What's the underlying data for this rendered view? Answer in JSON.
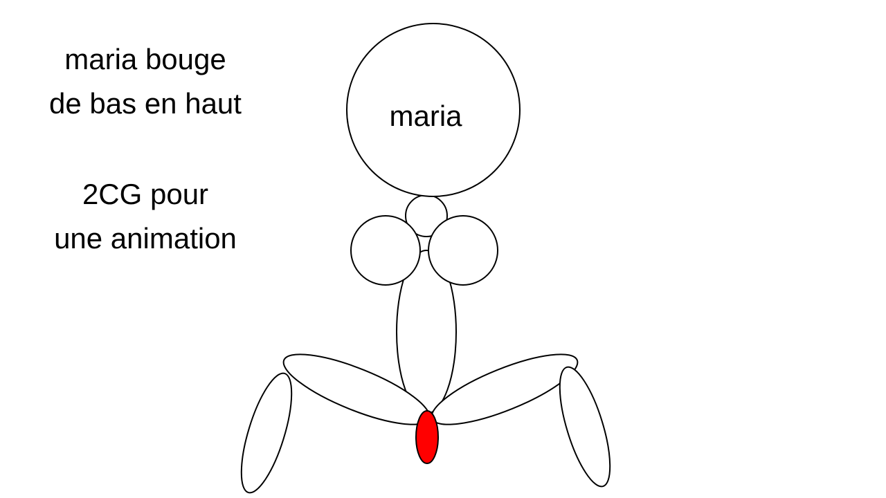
{
  "notes": [
    {
      "lines": [
        "maria bouge",
        "de bas en haut"
      ]
    },
    {
      "lines": [
        "2CG pour",
        "une animation"
      ]
    }
  ],
  "figure": {
    "head_label": "maria",
    "colors": {
      "outline": "#000000",
      "fill": "#ffffff",
      "highlight": "#ff0000"
    }
  }
}
